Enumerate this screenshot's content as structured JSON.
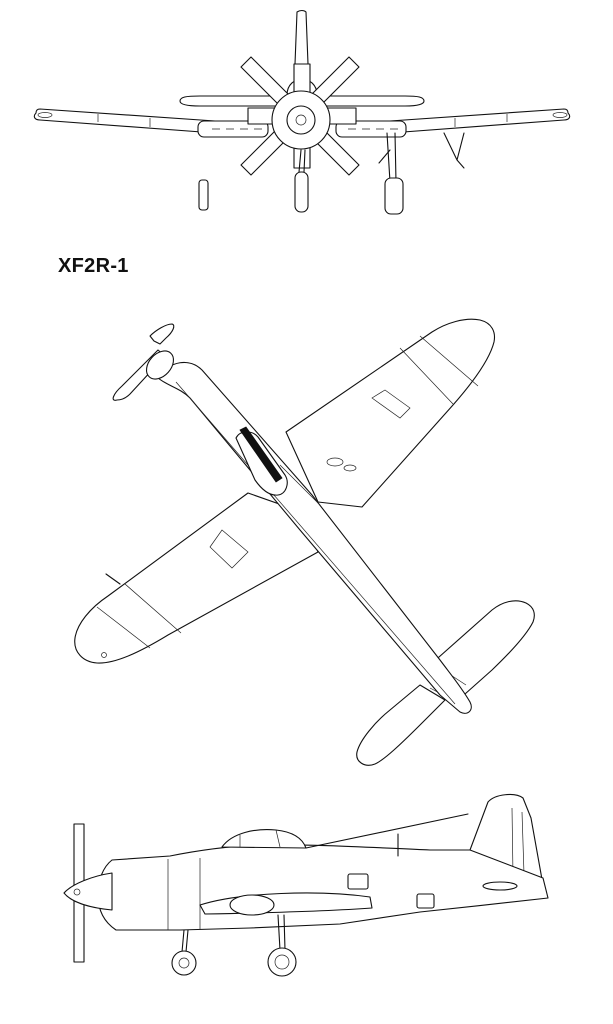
{
  "drawing": {
    "designation": "XF2R-1",
    "views": [
      "front-view",
      "top-view",
      "side-view"
    ],
    "colors": {
      "line": "#111111",
      "background": "#ffffff"
    }
  }
}
